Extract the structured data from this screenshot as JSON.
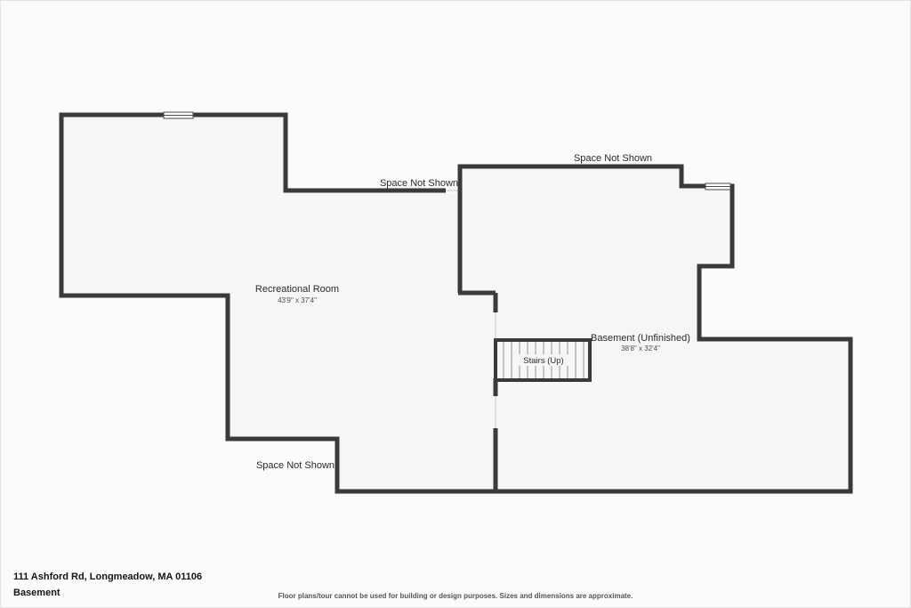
{
  "colors": {
    "wall_color": "#3a3a3a",
    "room_fill": "#f6f6f6",
    "page_bg": "#fbfbfb"
  },
  "floorplan": {
    "rooms": [
      {
        "name": "Recreational Room",
        "dims": "43'9\" x 37'4\""
      },
      {
        "name": "Basement (Unfinished)",
        "dims": "38'8\" x 32'4\""
      }
    ],
    "stairs_label": "Stairs (Up)",
    "space_labels": [
      "Space Not Shown",
      "Space Not Shown",
      "Space Not Shown"
    ]
  },
  "footer": {
    "address": "111 Ashford Rd, Longmeadow, MA 01106",
    "floor_name": "Basement",
    "disclaimer": "Floor plans/tour cannot be used for building or design purposes. Sizes and dimensions are approximate."
  }
}
